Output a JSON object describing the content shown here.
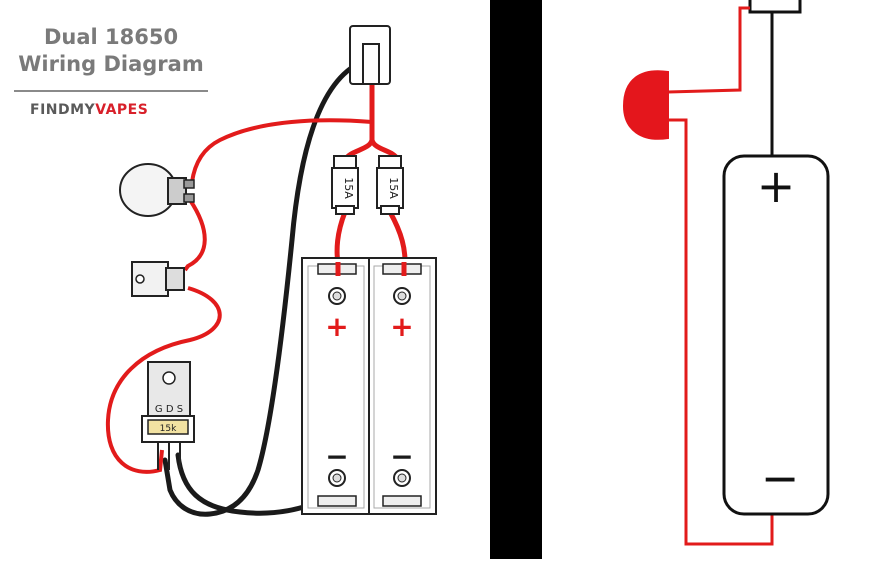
{
  "title": {
    "line1": "Dual 18650",
    "line2": "Wiring Diagram"
  },
  "brand": {
    "part1": "FINDMY",
    "part2": "VAPES"
  },
  "fuses": [
    {
      "label": "15A"
    },
    {
      "label": "15A"
    }
  ],
  "mosfet": {
    "pins": "G D S",
    "resistor": "15k"
  },
  "battery_terminals": {
    "positive": "+",
    "negative": "−"
  },
  "colors": {
    "positive_wire": "#e21b1b",
    "negative_wire": "#1a1a1a",
    "divider": "#000000",
    "button_red": "#e4161c",
    "resistor_band": "#f2e2a2"
  }
}
